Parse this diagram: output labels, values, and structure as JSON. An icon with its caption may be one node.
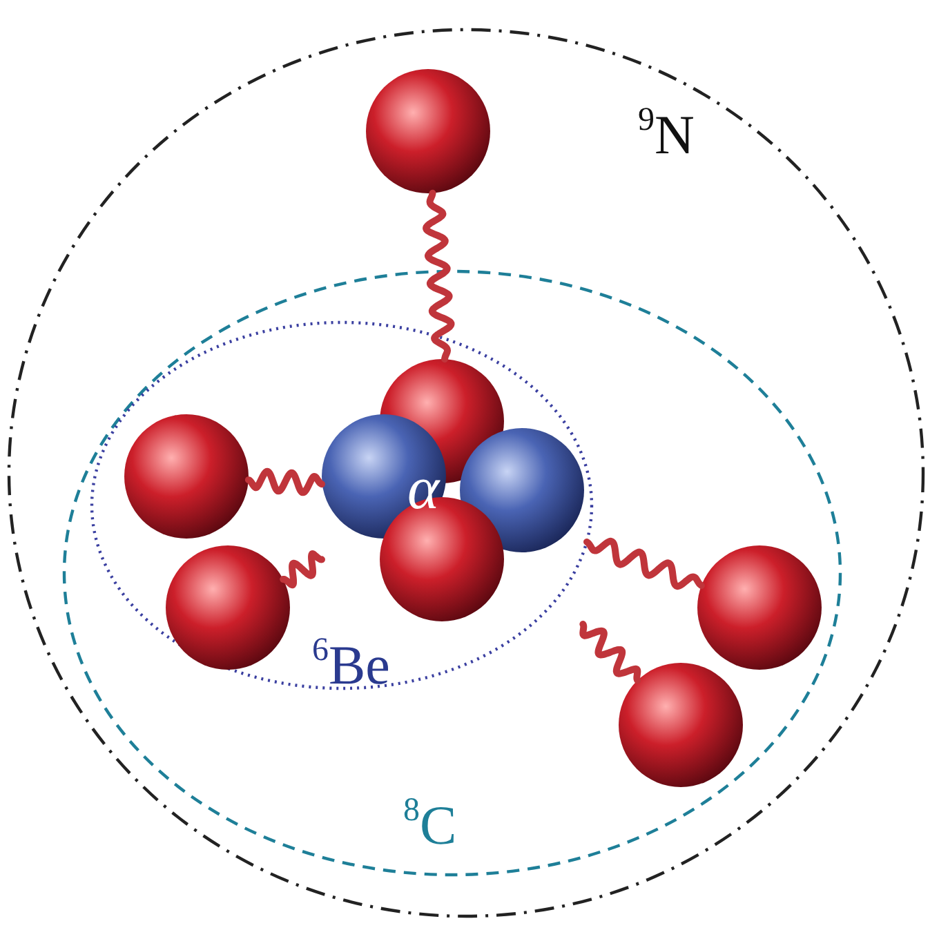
{
  "diagram": {
    "nodes": [
      {
        "text": [
          "$^{9}$N"
        ]
      },
      {
        "text": [
          "$^{8}$C"
        ],
        "in": 0
      },
      {
        "text": [
          "$^{6}$Be"
        ],
        "in": 1
      },
      {
        "text": [
          "α"
        ],
        "in": 2
      },
      {
        "text": [],
        "shape": "circle",
        "in": 0
      },
      {
        "text": [],
        "shape": "circle",
        "in": 2
      },
      {
        "text": [],
        "shape": "circle",
        "in": 2
      },
      {
        "text": [],
        "shape": "circle",
        "in": 1
      },
      {
        "text": [],
        "shape": "circle",
        "in": 1
      }
    ],
    "edges": [
      {
        "from": 4,
        "to": 3,
        "arrow": "none"
      },
      {
        "from": 5,
        "to": 3,
        "arrow": "none"
      },
      {
        "from": 6,
        "to": 3,
        "arrow": "none"
      },
      {
        "from": 7,
        "to": 3,
        "arrow": "none"
      },
      {
        "from": 8,
        "to": 3,
        "arrow": "none"
      }
    ]
  }
}
